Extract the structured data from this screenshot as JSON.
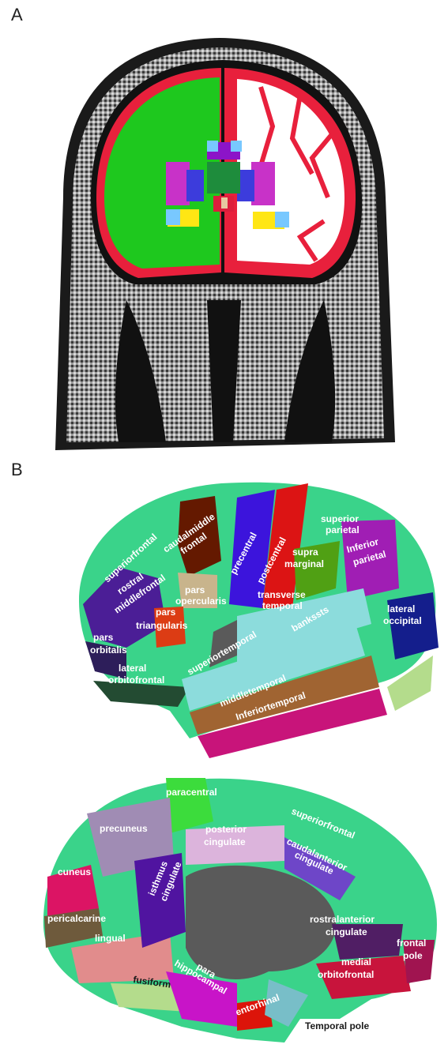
{
  "panels": {
    "a_label": "A",
    "b_label": "B"
  },
  "lateral_labels": {
    "superiorfrontal": "superiorfrontal",
    "caudalmiddle": "caudalmiddle",
    "frontal": "frontal",
    "precentral": "precentral",
    "postcentral": "postcentral",
    "superior": "superior",
    "parietal": "parietal",
    "rostral": "rostral",
    "middlefrontal": "middlefrontal",
    "pars1": "pars",
    "opercularis": "opercularis",
    "supra": "supra",
    "marginal": "marginal",
    "inferior": "Inferior",
    "inferior_parietal": "parietal",
    "transverse": "transverse",
    "temporal": "temporal",
    "pars2": "pars",
    "triangularis": "triangularis",
    "pars3": "pars",
    "orbitalis": "orbitalis",
    "bankssts": "bankssts",
    "lateral1": "lateral",
    "occipital": "occipital",
    "superiortemporal": "superiortemporal",
    "lateral2": "lateral",
    "orbitofrontal": "orbitofrontal",
    "middletemporal": "middletemporal",
    "inferiortemporal": "Inferiortemporal"
  },
  "medial_labels": {
    "paracentral": "paracentral",
    "superiorfrontal": "superiorfrontal",
    "precuneus": "precuneus",
    "posterior": "posterior",
    "cingulate1": "cingulate",
    "caudalanterior": "caudalanterior",
    "cingulate2": "cingulate",
    "cuneus": "cuneus",
    "isthmus": "isthmus",
    "cingulate3": "cingulate",
    "pericalcarine": "pericalcarine",
    "rostralanterior": "rostralanterior",
    "cingulate4": "cingulate",
    "lingual": "lingual",
    "frontal": "frontal",
    "pole": "pole",
    "para": "para",
    "hippocampal": "hippocampal",
    "medial": "medial",
    "orbitofrontal": "orbitofrontal",
    "fusiform": "fusiform",
    "entorhinal": "entorhinal",
    "temporal_pole": "Temporal pole"
  },
  "colors": {
    "white_matter_left": "#1ec81e",
    "cortex": "#e8203c",
    "superiorfrontal": "#3ad38a",
    "precentral": "#3c14dc",
    "postcentral": "#dc1414",
    "caudalmiddle": "#641900",
    "supramarginal": "#50a014",
    "inferiorparietal": "#dc3cdc",
    "lateraloccipital": "#141e8c",
    "superiortemporal": "#8cdcdc",
    "middletemporal": "#a06432",
    "inferiortemporal": "#dc148c",
    "parsopercularis": "#dcb48c",
    "parstriangularis": "#dc3c14",
    "lateralorbitofrontal": "#234b32",
    "paracentral": "#3cdc3c",
    "precuneus": "#a08cb4",
    "cuneus": "#dc1464",
    "lingual": "#e18c8c",
    "fusiform": "#b4dc8c",
    "posteriorcingulate": "#dcb4dc",
    "corpus": "#5a5a5a"
  }
}
